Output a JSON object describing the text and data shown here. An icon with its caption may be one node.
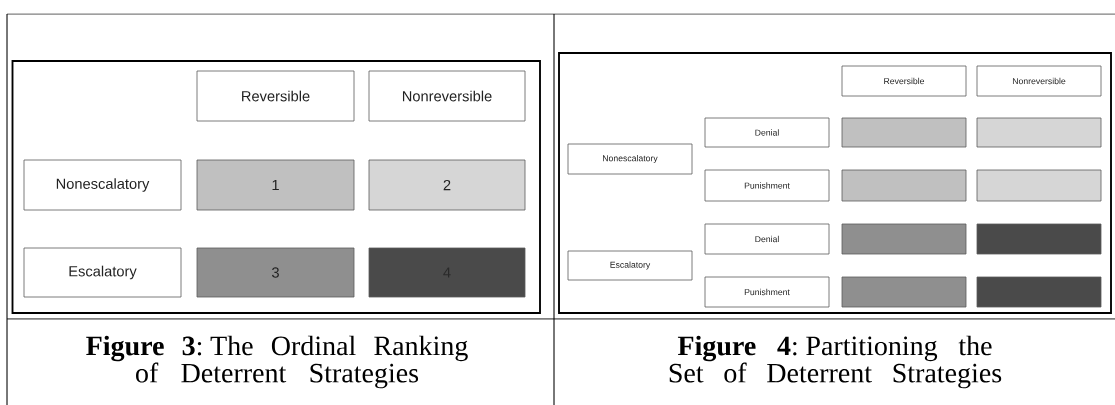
{
  "diagram": {
    "nodes": [
      {
        "text": [],
        "shape": "box"
      },
      {
        "text": [
          "Reversible"
        ],
        "in": 0
      },
      {
        "text": [
          "Nonreversible"
        ],
        "in": 0
      },
      {
        "text": [
          "Nonescalatory"
        ],
        "in": 0
      },
      {
        "text": [
          "1"
        ],
        "in": 0
      },
      {
        "text": [
          "2"
        ],
        "in": 0
      },
      {
        "text": [
          "Escalatory"
        ],
        "in": 0
      },
      {
        "text": [
          "3"
        ],
        "in": 0
      },
      {
        "text": [
          "4"
        ],
        "in": 0
      },
      {
        "text": [],
        "shape": "box"
      },
      {
        "text": [
          "Reversible"
        ],
        "in": 9
      },
      {
        "text": [
          "Nonreversible"
        ],
        "in": 9
      },
      {
        "text": [
          "Denial"
        ],
        "in": 9
      },
      {
        "text": [],
        "shape": "box",
        "in": 9
      },
      {
        "text": [],
        "shape": "box",
        "in": 9
      },
      {
        "text": [
          "Nonescalatory"
        ],
        "in": 9
      },
      {
        "text": [
          "Punishment"
        ],
        "in": 9
      },
      {
        "text": [],
        "shape": "box",
        "in": 9
      },
      {
        "text": [],
        "shape": "box",
        "in": 9
      },
      {
        "text": [
          "Denial"
        ],
        "in": 9
      },
      {
        "text": [],
        "shape": "box",
        "in": 9
      },
      {
        "text": [],
        "shape": "box",
        "in": 9
      },
      {
        "text": [
          "Escalatory"
        ],
        "in": 9
      },
      {
        "text": [
          "Punishment"
        ],
        "in": 9
      },
      {
        "text": [],
        "shape": "box",
        "in": 9
      },
      {
        "text": [],
        "shape": "box",
        "in": 9
      }
    ],
    "labels": [
      "**Figure 3**: The Ordinal Ranking of Deterrent Strategies",
      "**Figure 4**: Partitioning the Set of Deterrent Strategies"
    ]
  }
}
